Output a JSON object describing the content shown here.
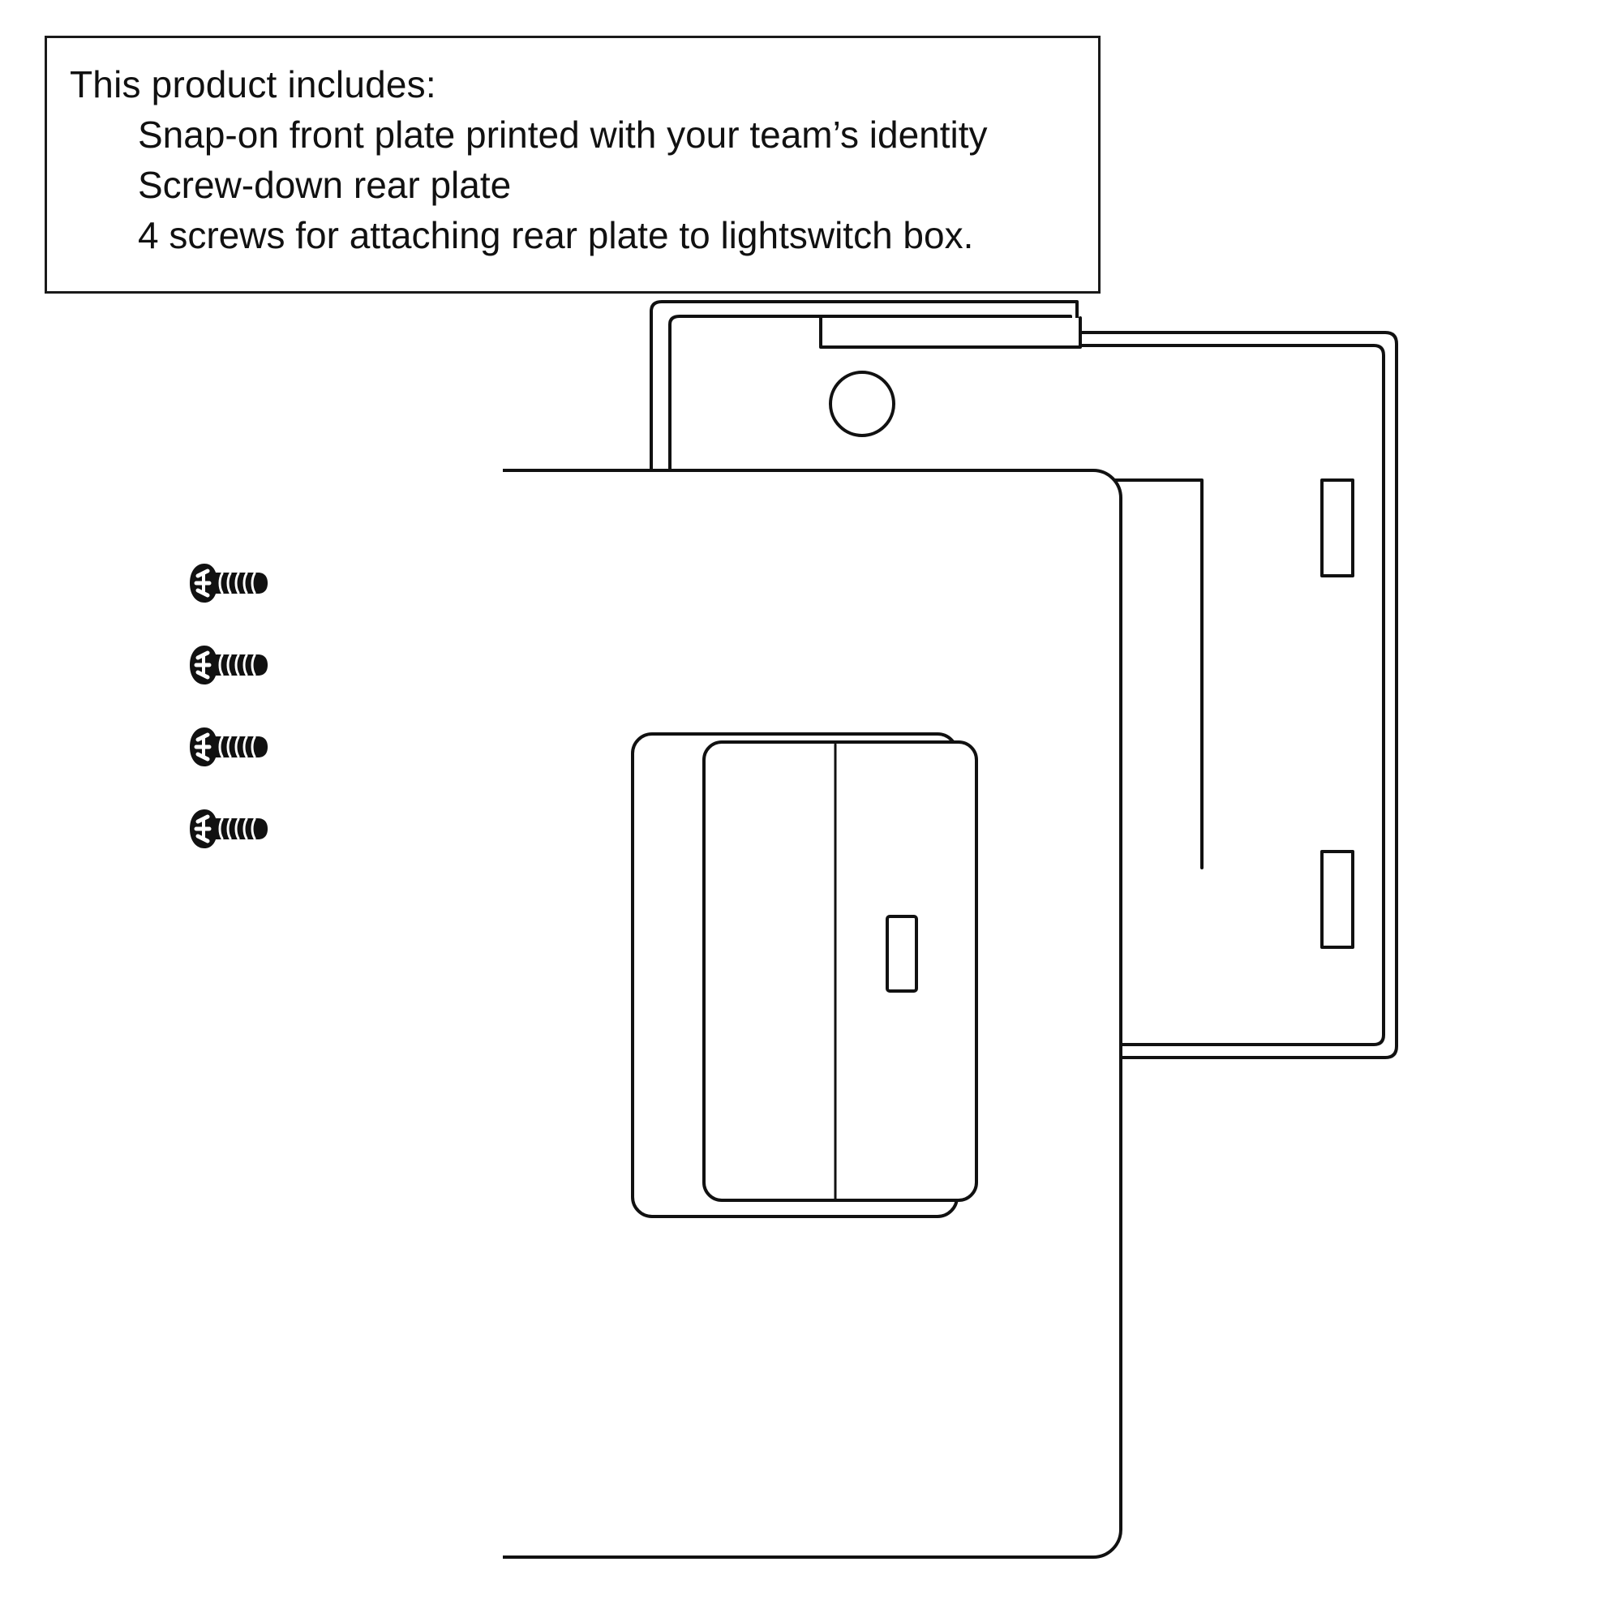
{
  "callout": {
    "heading": "This product includes:",
    "items": [
      "Snap-on front plate printed with your team’s identity",
      "Screw-down rear plate",
      "4 screws for attaching rear plate to lightswitch box."
    ],
    "border_color": "#1a1a1a",
    "text_color": "#111111"
  },
  "diagram": {
    "type": "exploded-assembly-line-drawing",
    "line_color": "#111111",
    "fill_color": "#ffffff",
    "parts": [
      {
        "name": "rear-plate",
        "label": "Screw-down rear plate",
        "position": "back-right",
        "features": [
          "top-center-notch",
          "round-screw-hole",
          "oblong-pill-hole",
          "left-vertical-tab",
          "right-upper-slot",
          "right-lower-slot",
          "bottom-left-half-circle",
          "bottom-left-notch",
          "switch-strap-opening"
        ]
      },
      {
        "name": "front-plate",
        "label": "Snap-on front plate printed with your team’s identity",
        "position": "front-left",
        "features": [
          "rounded-rectangle-body",
          "center-rocker-opening",
          "rocker-paddle",
          "rocker-divider-line",
          "led-indicator-slot"
        ]
      },
      {
        "name": "screw-set",
        "label": "4 screws for attaching rear plate to lightswitch box.",
        "count": 4,
        "head_type": "pan-head",
        "drive": "slotted-phillips",
        "orientation": "horizontal"
      }
    ]
  },
  "screws": {
    "count": 4,
    "color": "#111111",
    "items": [
      {
        "name": "screw-1"
      },
      {
        "name": "screw-2"
      },
      {
        "name": "screw-3"
      },
      {
        "name": "screw-4"
      }
    ]
  }
}
